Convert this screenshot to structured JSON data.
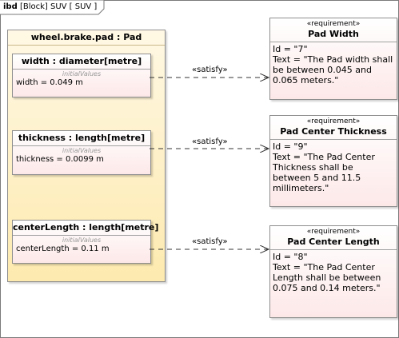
{
  "frame": {
    "kind": "ibd",
    "label": "[Block] SUV [ SUV ]"
  },
  "part": {
    "title": "wheel.brake.pad : Pad",
    "properties": [
      {
        "title": "width : diameter[metre]",
        "compartment": "initialValues",
        "value": "width = 0.049 m"
      },
      {
        "title": "thickness : length[metre]",
        "compartment": "initialValues",
        "value": "thickness = 0.0099 m"
      },
      {
        "title": "centerLength : length[metre]",
        "compartment": "initialValues",
        "value": "centerLength = 0.11 m"
      }
    ]
  },
  "requirements": [
    {
      "stereotype": "«requirement»",
      "name": "Pad Width",
      "id": "Id = \"7\"",
      "text": "Text = \"The Pad width shall be between 0.045 and 0.065 meters.\""
    },
    {
      "stereotype": "«requirement»",
      "name": "Pad Center Thickness",
      "id": "Id = \"9\"",
      "text": "Text = \"The Pad Center Thickness shall be between 5 and 11.5 millimeters.\""
    },
    {
      "stereotype": "«requirement»",
      "name": "Pad Center Length",
      "id": "Id = \"8\"",
      "text": "Text = \"The Pad Center Length shall be between 0.075 and 0.14 meters.\""
    }
  ],
  "links": [
    {
      "label": "«satisfy»"
    },
    {
      "label": "«satisfy»"
    },
    {
      "label": "«satisfy»"
    }
  ]
}
